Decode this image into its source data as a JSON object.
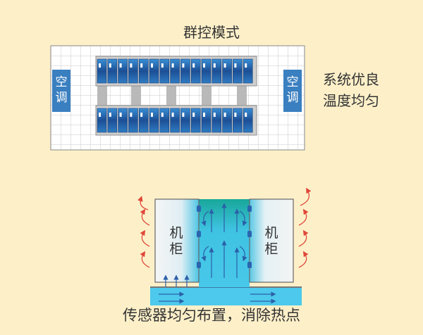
{
  "top": {
    "title": "群控模式",
    "ac_left": "空调",
    "ac_right": "空调",
    "note_line1": "系统优良",
    "note_line2": "温度均匀"
  },
  "bottom": {
    "cabinet_left": "机柜",
    "cabinet_right": "机柜",
    "caption": "传感器均匀布置，消除热点"
  },
  "colors": {
    "background": "#fdf0c9",
    "ac_unit": "#3a7fc0",
    "rack_body": "#1f5fa8",
    "cold_air": "#3fc4e6",
    "warm_arrow": "#e0483a",
    "sensor": "#2a65b0"
  }
}
